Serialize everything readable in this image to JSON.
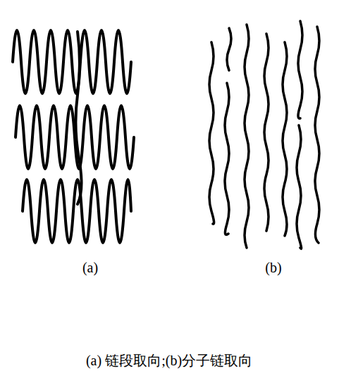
{
  "diagram": {
    "caption": "(a) 链段取向;(b)分子链取向",
    "labels": [
      "(a)",
      "(b)"
    ]
  }
}
